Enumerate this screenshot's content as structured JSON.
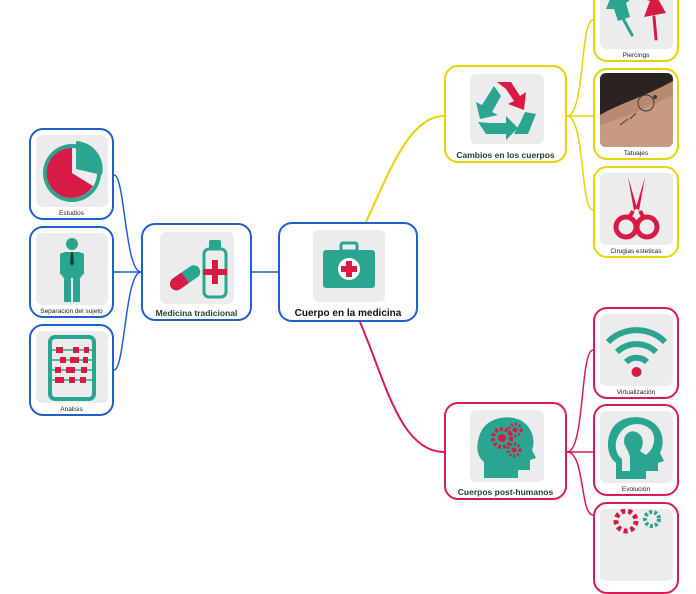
{
  "colors": {
    "teal": "#2aa58f",
    "red": "#d81b44",
    "blue": "#1f5fd0",
    "yellow": "#e6d300",
    "magenta": "#d81b55",
    "icon_bg": "#ececec"
  },
  "central": {
    "label": "Cuerpo en la medicina",
    "icon": "first-aid-kit-icon"
  },
  "left_branch": {
    "label": "Medicina tradicional",
    "icon": "medicine-pill-bottle-icon",
    "children": [
      {
        "label": "Estudios",
        "icon": "pie-chart-icon"
      },
      {
        "label": "Separacion del sujeto",
        "icon": "person-icon"
      },
      {
        "label": "Analisis",
        "icon": "abacus-icon"
      }
    ]
  },
  "top_branch": {
    "label": "Cambios en los cuerpos",
    "icon": "recycle-icon",
    "children": [
      {
        "label": "Piercings",
        "icon": "push-pins-icon"
      },
      {
        "label": "Tatuajes",
        "icon": "tattoo-photo"
      },
      {
        "label": "Cirugias esteticas",
        "icon": "scissors-icon"
      }
    ]
  },
  "bottom_branch": {
    "label": "Cuerpos post-humanos",
    "icon": "head-gears-icon",
    "children": [
      {
        "label": "Virtualización",
        "icon": "wifi-icon"
      },
      {
        "label": "Evolución",
        "icon": "head-profile-icon"
      },
      {
        "label": "",
        "icon": "gears-icon"
      }
    ]
  }
}
